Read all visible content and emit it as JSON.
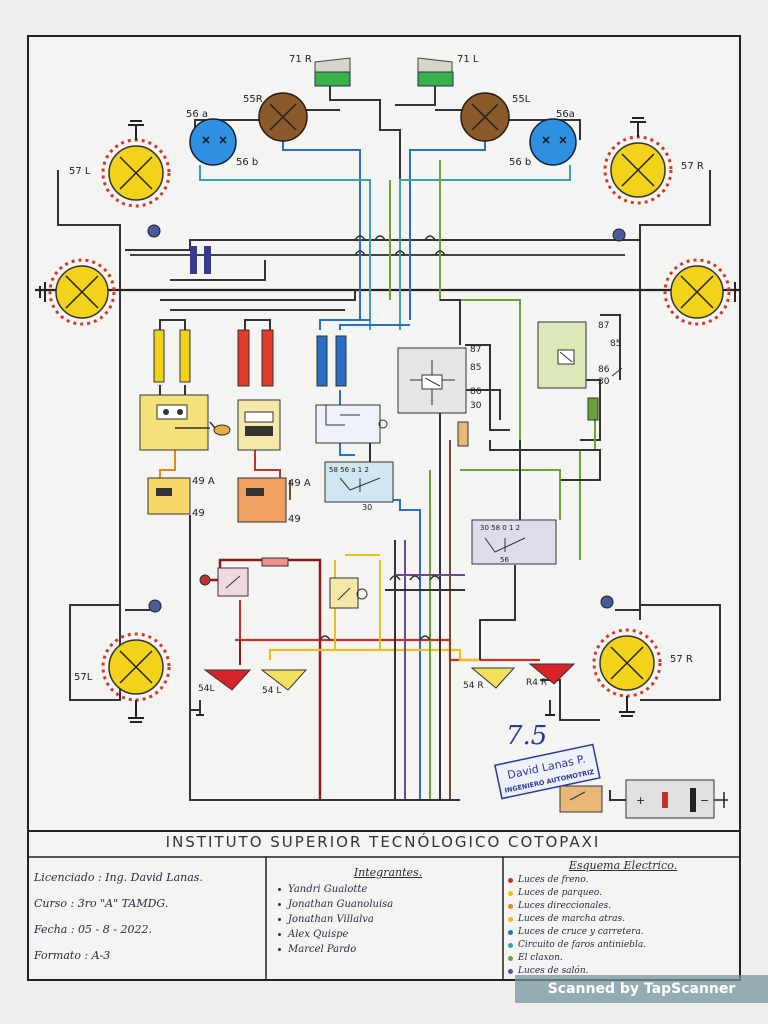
{
  "diagram": {
    "labels": {
      "horn_right": "71 R",
      "horn_left": "71 L",
      "headlamp_right_main": "55R",
      "headlamp_left_main": "55L",
      "headlamp_left_56a": "56 a",
      "headlamp_left_56b": "56 b",
      "headlamp_right_56a": "56a",
      "headlamp_right_56b": "56 b",
      "front_left_lamp": "57 L",
      "front_right_lamp": "57 R",
      "rear_left_lamp": "57L",
      "rear_right_lamp": "57 R",
      "flasher_left_49a": "49 A",
      "flasher_left_49": "49",
      "flasher_right_49a": "49 A",
      "flasher_right_49": "49",
      "relay1_87": "87",
      "relay1_85": "85",
      "relay1_86": "86",
      "relay1_30": "30",
      "relay2_87": "87",
      "relay2_85": "85",
      "relay2_86": "86",
      "relay2_30": "30",
      "switch_1_terms": "58  56 a  1  2",
      "switch_1_30": "30",
      "switch_2_terms": "30  58  0  1  2",
      "switch_2_56": "56",
      "tail_54L_red": "54L",
      "tail_54L_yellow": "54 L",
      "tail_54R_yellow": "54 R",
      "tail_R4R_red": "R4 R",
      "signature_number": "7.5"
    },
    "colors": {
      "lamp_yellow": "#f2d21a",
      "headlamp_brown": "#8a5a2b",
      "headlamp_blue": "#2f8fe0",
      "horn_green": "#38b24a",
      "wire_blue": "#2a6fc4",
      "wire_red": "#c0322e",
      "wire_yellow": "#e8c21c",
      "wire_dark": "#333333",
      "wire_teal": "#3aa3a5",
      "wire_green": "#6aa336",
      "wire_brown": "#7a4a2a",
      "wire_purple": "#6d4a8c"
    }
  },
  "stamp": {
    "name": "David Lanas P.",
    "title": "INGENIERO AUTOMOTRIZ"
  },
  "title_block": {
    "institution": "INSTITUTO SUPERIOR TECNÓLOGICO COTOPAXI",
    "licenciado": "Licenciado : Ing. David Lanas.",
    "curso": "Curso : 3ro \"A\" TAMDG.",
    "fecha": "Fecha : 05 - 8 - 2022.",
    "formato": "Formato : A-3",
    "integrantes_title": "Integrantes.",
    "integrantes": [
      "Yandri Gualotte",
      "Jonathan Guanoluisa",
      "Jonathan Villalva",
      "Alex Quispe",
      "Marcel Pardo"
    ],
    "esquema_title": "Esquema Electrico.",
    "esquema_items": [
      {
        "label": "Luces de freno.",
        "color": "#c0322e"
      },
      {
        "label": "Luces de parqueo.",
        "color": "#e8c21c"
      },
      {
        "label": "Luces direccionales.",
        "color": "#e8871c"
      },
      {
        "label": "Luces de marcha atras.",
        "color": "#e8c21c"
      },
      {
        "label": "Luces de cruce y carretera.",
        "color": "#2a6fc4"
      },
      {
        "label": "Circuito de faros antiniebla.",
        "color": "#3aa3a5"
      },
      {
        "label": "El claxon.",
        "color": "#6aa336"
      },
      {
        "label": "Luces de salón.",
        "color": "#6d4a8c"
      }
    ]
  },
  "watermark": "Scanned by TapScanner"
}
